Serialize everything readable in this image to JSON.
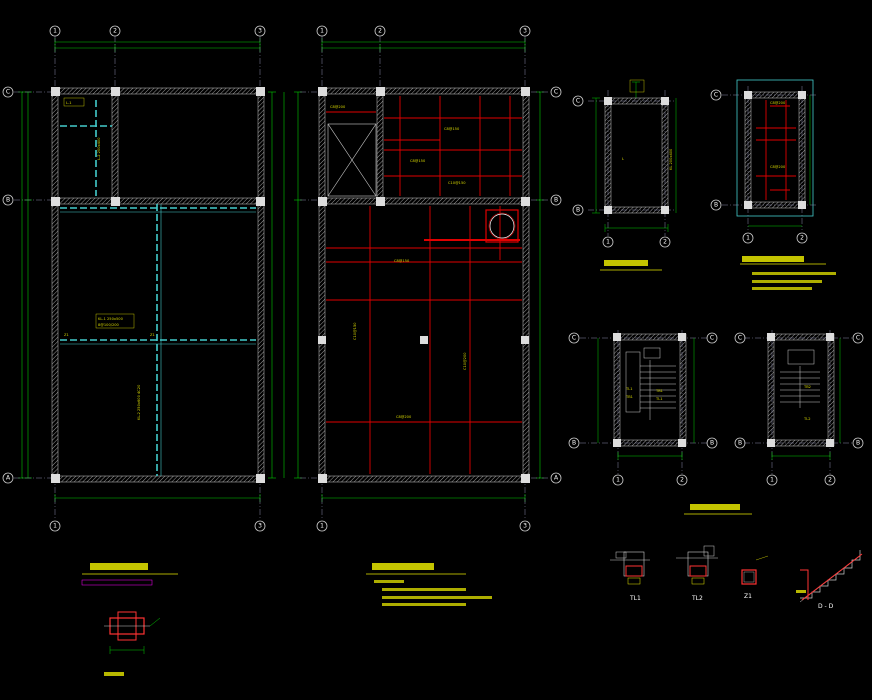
{
  "drawing": {
    "background": "#000000",
    "colors": {
      "wall": "#cccccc",
      "hatch": "#aaaaaa",
      "column": "#dddddd",
      "dim": "#00cc00",
      "beam": "#44cccc",
      "rebar": "#e00000",
      "text": "#e6e600",
      "axis": "#9999aa",
      "magenta": "#ff00ff"
    }
  },
  "axes": {
    "plan1_top": [
      "1",
      "2",
      "3"
    ],
    "plan1_bottom": [
      "1",
      "3"
    ],
    "plan1_left": [
      "C",
      "B",
      "A"
    ],
    "plan2_top": [
      "1",
      "2",
      "3"
    ],
    "plan2_bottom": [
      "1",
      "3"
    ],
    "plan2_right": [
      "C",
      "B",
      "A"
    ],
    "small_left": [
      "C",
      "B"
    ],
    "small_bottom": [
      "1",
      "2"
    ],
    "stair_left": [
      "C",
      "B"
    ],
    "stair_right": [
      "C",
      "B"
    ],
    "stair_bottom": [
      "1",
      "2"
    ]
  },
  "labels": {
    "detail_tl1": "TL1",
    "detail_tl2": "TL2",
    "detail_z1": "Z1",
    "detail_section": "D - D"
  }
}
